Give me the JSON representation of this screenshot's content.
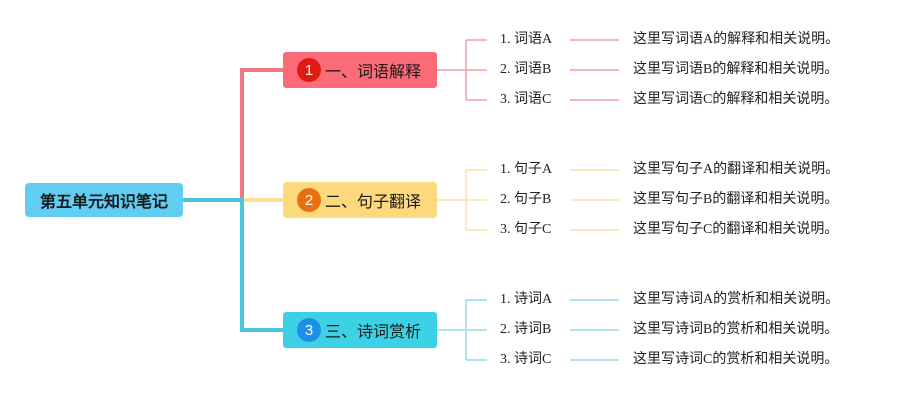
{
  "root": {
    "label": "第五单元知识笔记"
  },
  "topics": [
    {
      "number": "1",
      "label": "一、词语解释",
      "color": "#fb6b78",
      "badge_color": "#e11b14",
      "line_color": "#f38a93",
      "items": [
        {
          "term": "1. 词语A",
          "desc": "这里写词语A的解释和相关说明。"
        },
        {
          "term": "2. 词语B",
          "desc": "这里写词语B的解释和相关说明。"
        },
        {
          "term": "3. 词语C",
          "desc": "这里写词语C的解释和相关说明。"
        }
      ]
    },
    {
      "number": "2",
      "label": "二、句子翻译",
      "color": "#fdd97e",
      "badge_color": "#ec6e12",
      "line_color": "#f8e1a0",
      "items": [
        {
          "term": "1. 句子A",
          "desc": "这里写句子A的翻译和相关说明。"
        },
        {
          "term": "2. 句子B",
          "desc": "这里写句子B的翻译和相关说明。"
        },
        {
          "term": "3. 句子C",
          "desc": "这里写句子C的翻译和相关说明。"
        }
      ]
    },
    {
      "number": "3",
      "label": "三、诗词赏析",
      "color": "#3dd1e5",
      "badge_color": "#1f8fe6",
      "line_color": "#8edbe8",
      "items": [
        {
          "term": "1. 诗词A",
          "desc": "这里写诗词A的赏析和相关说明。"
        },
        {
          "term": "2. 诗词B",
          "desc": "这里写诗词B的赏析和相关说明。"
        },
        {
          "term": "3. 诗词C",
          "desc": "这里写诗词C的赏析和相关说明。"
        }
      ]
    }
  ]
}
